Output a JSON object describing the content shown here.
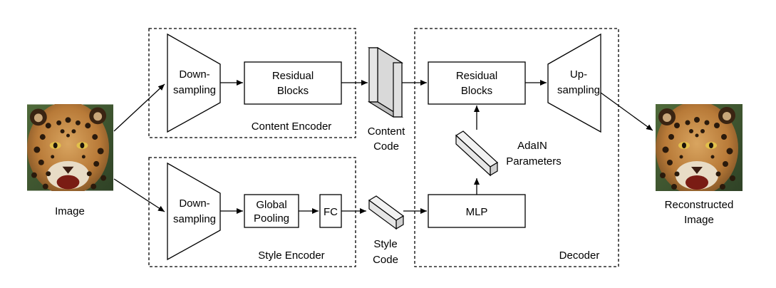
{
  "input": {
    "label": "Image",
    "image_icon": "jaguar-face-photo"
  },
  "output": {
    "label_line1": "Reconstructed",
    "label_line2": "Image",
    "image_icon": "jaguar-face-photo"
  },
  "content_encoder": {
    "label": "Content Encoder",
    "downsampling_line1": "Down-",
    "downsampling_line2": "sampling",
    "residual_line1": "Residual",
    "residual_line2": "Blocks"
  },
  "content_code": {
    "line1": "Content",
    "line2": "Code"
  },
  "style_encoder": {
    "label": "Style Encoder",
    "downsampling_line1": "Down-",
    "downsampling_line2": "sampling",
    "pooling_line1": "Global",
    "pooling_line2": "Pooling",
    "fc": "FC"
  },
  "style_code": {
    "line1": "Style",
    "line2": "Code"
  },
  "decoder": {
    "label": "Decoder",
    "residual_line1": "Residual",
    "residual_line2": "Blocks",
    "upsampling_line1": "Up-",
    "upsampling_line2": "sampling",
    "mlp": "MLP",
    "adain_line1": "AdaIN",
    "adain_line2": "Parameters"
  }
}
